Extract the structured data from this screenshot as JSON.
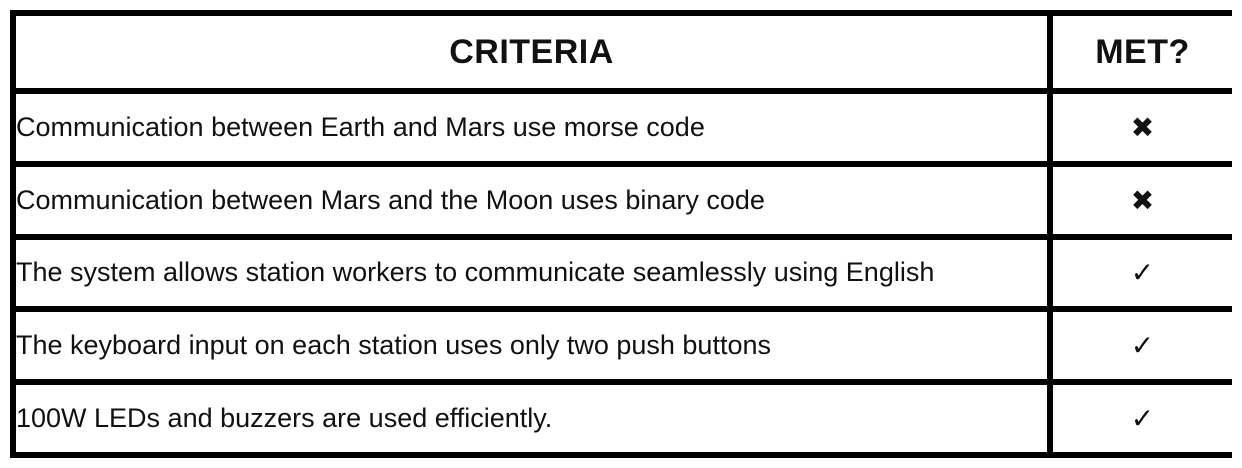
{
  "table": {
    "headers": {
      "criteria": "CRITERIA",
      "met": "MET?"
    },
    "rows": [
      {
        "criteria": "Communication between Earth and Mars use morse code",
        "met": "✖"
      },
      {
        "criteria": "Communication between Mars and the Moon uses binary code",
        "met": "✖"
      },
      {
        "criteria": "The system allows station workers to communicate seamlessly using English",
        "met": "✓"
      },
      {
        "criteria": "The keyboard input on each station uses only two push buttons",
        "met": "✓"
      },
      {
        "criteria": "100W LEDs and buzzers are used efficiently.",
        "met": "✓"
      }
    ]
  }
}
